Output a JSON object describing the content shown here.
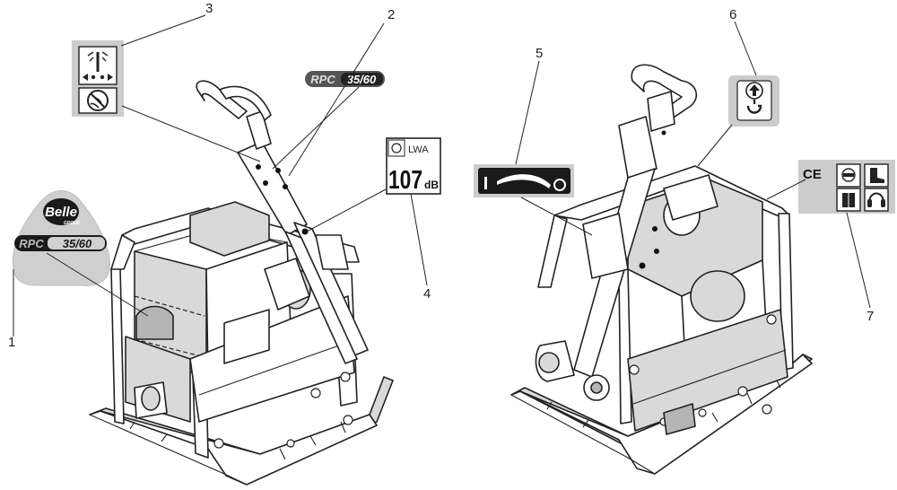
{
  "callouts": [
    {
      "id": "1",
      "label": "1"
    },
    {
      "id": "2",
      "label": "2"
    },
    {
      "id": "3",
      "label": "3"
    },
    {
      "id": "4",
      "label": "4"
    },
    {
      "id": "5",
      "label": "5"
    },
    {
      "id": "6",
      "label": "6"
    },
    {
      "id": "7",
      "label": "7"
    }
  ],
  "decals": {
    "belle_logo": {
      "brand": "Belle",
      "sub": "GROUP",
      "model_left": "RPC",
      "model_right": "35/60"
    },
    "model_badge": {
      "model_left": "RPC",
      "model_right": "35/60"
    },
    "sound_power": {
      "symbol": "LWA",
      "value": "107",
      "unit": "dB"
    },
    "ce_mark": "CE"
  },
  "colors": {
    "decal_gray": "#cccccc",
    "ink": "#222222",
    "dark": "#1a1a1a"
  }
}
